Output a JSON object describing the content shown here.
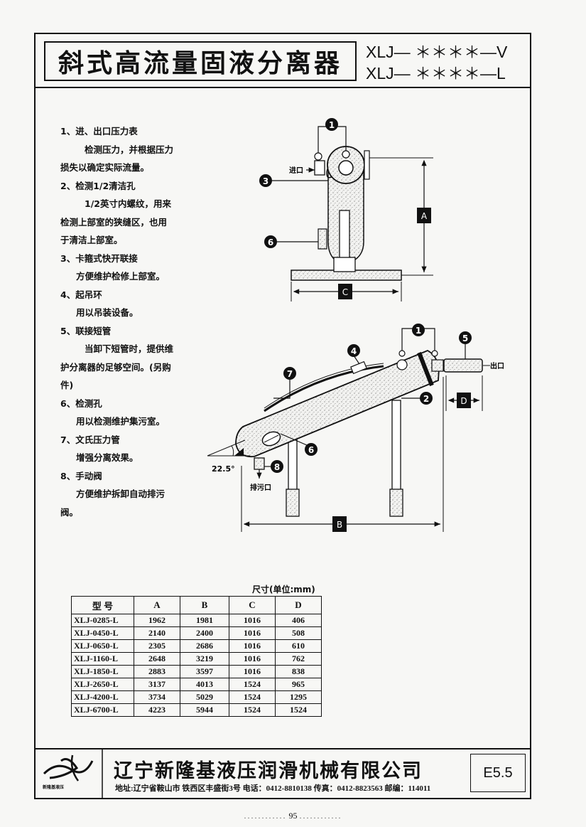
{
  "header": {
    "title": "斜式高流量固液分离器",
    "codes": [
      "XLJ— ＊＊＊＊—V",
      "XLJ— ＊＊＊＊—L"
    ]
  },
  "notes": [
    {
      "heading": "1、进、出口压力表",
      "desc": [
        "检测压力，并根据压力",
        "损失以确定实际流量。"
      ]
    },
    {
      "heading": "2、检测1/2清洁孔",
      "desc": [
        "1/2英寸内螺纹，用来",
        "检测上部室的狭缝区，也用",
        "于清洁上部室。"
      ]
    },
    {
      "heading": "3、卡箍式快开联接",
      "desc": [
        "方便维护检修上部室。"
      ]
    },
    {
      "heading": "4、起吊环",
      "desc": [
        "用以吊装设备。"
      ]
    },
    {
      "heading": "5、联接短管",
      "desc": [
        "当卸下短管时，提供维",
        "护分离器的足够空间。(另购",
        "件)"
      ]
    },
    {
      "heading": "6、检测孔",
      "desc": [
        "用以检测维护集污室。"
      ]
    },
    {
      "heading": "7、文氏压力管",
      "desc": [
        "增强分离效果。"
      ]
    },
    {
      "heading": "8、手动阀",
      "desc": [
        "方便维护拆卸自动排污",
        "阀。"
      ]
    }
  ],
  "diagram": {
    "inlet_label": "进口",
    "outlet_label": "出口",
    "drain_label": "排污口",
    "angle_label": "22.5°",
    "dim_A": "A",
    "dim_B": "B",
    "dim_C": "C",
    "dim_D": "D",
    "callouts": [
      "1",
      "2",
      "3",
      "4",
      "5",
      "6",
      "7",
      "8"
    ]
  },
  "table": {
    "unit": "尺寸(单位:mm)",
    "headers": [
      "型  号",
      "A",
      "B",
      "C",
      "D"
    ],
    "rows": [
      [
        "XLJ-0285-L",
        "1962",
        "1981",
        "1016",
        "406"
      ],
      [
        "XLJ-0450-L",
        "2140",
        "2400",
        "1016",
        "508"
      ],
      [
        "XLJ-0650-L",
        "2305",
        "2686",
        "1016",
        "610"
      ],
      [
        "XLJ-1160-L",
        "2648",
        "3219",
        "1016",
        "762"
      ],
      [
        "XLJ-1850-L",
        "2883",
        "3597",
        "1016",
        "838"
      ],
      [
        "XLJ-2650-L",
        "3137",
        "4013",
        "1524",
        "965"
      ],
      [
        "XLJ-4200-L",
        "3734",
        "5029",
        "1524",
        "1295"
      ],
      [
        "XLJ-6700-L",
        "4223",
        "5944",
        "1524",
        "1524"
      ]
    ]
  },
  "footer": {
    "logo_text": "新隆基液压",
    "company": "辽宁新隆基液压润滑机械有限公司",
    "address": "地址:辽宁省鞍山市 铁西区丰盛街3号  电话：0412-8810138  传真：0412-8823563  邮编：114011",
    "code": "E5.5"
  },
  "page": {
    "number": "95",
    "dots": "............"
  }
}
